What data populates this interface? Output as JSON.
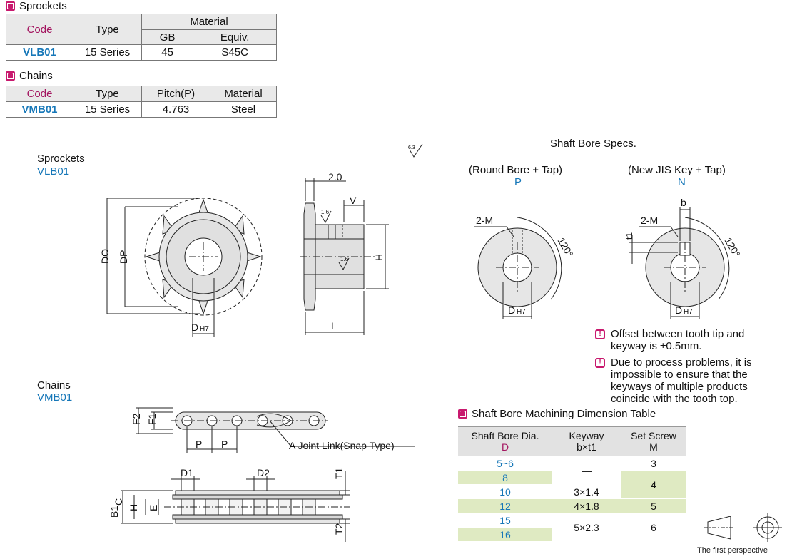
{
  "sprockets_section": {
    "title": "Sprockets",
    "headers": {
      "code": "Code",
      "type": "Type",
      "material": "Material",
      "gb": "GB",
      "equiv": "Equiv."
    },
    "row": {
      "code": "VLB01",
      "type": "15 Series",
      "gb": "45",
      "equiv": "S45C"
    }
  },
  "chains_section": {
    "title": "Chains",
    "headers": {
      "code": "Code",
      "type": "Type",
      "pitch": "Pitch(P)",
      "material": "Material"
    },
    "row": {
      "code": "VMB01",
      "type": "15 Series",
      "pitch": "4.763",
      "material": "Steel"
    }
  },
  "sprocket_drawing": {
    "title": "Sprockets",
    "code": "VLB01",
    "labels": {
      "do": "DO",
      "dp": "DP",
      "d": "D",
      "h7": "H7",
      "dim_20": "2.0",
      "v": "V",
      "h": "H",
      "l": "L",
      "roughness": "1.6",
      "surface": "6.3"
    }
  },
  "shaft_bore": {
    "title": "Shaft Bore Specs.",
    "round": {
      "title": "(Round Bore + Tap)",
      "code": "P"
    },
    "key": {
      "title": "(New JIS Key + Tap)",
      "code": "N"
    },
    "labels": {
      "two_m": "2-M",
      "angle": "120°",
      "b": "b",
      "t1": "t1",
      "d": "D",
      "h7": "H7"
    }
  },
  "notes": [
    {
      "line1": "Offset between tooth tip and",
      "line2": "keyway is ±0.5mm."
    },
    {
      "line1": "Due to process problems, it is",
      "line2": "impossible to ensure that the",
      "line3": "keyways of multiple products",
      "line4": "coincide with the tooth top."
    }
  ],
  "chain_drawing": {
    "title": "Chains",
    "code": "VMB01",
    "labels": {
      "f1": "F1",
      "f2": "F2",
      "p": "P",
      "joint_link": "A Joint Link(Snap Type)",
      "d1": "D1",
      "d2": "D2",
      "t1": "T1",
      "t2": "T2",
      "b1": "B1",
      "c": "C",
      "h": "H",
      "e": "E"
    }
  },
  "bore_table": {
    "title": "Shaft Bore Machining Dimension Table",
    "headers": {
      "dia": "Shaft Bore Dia.",
      "dia_sub": "D",
      "keyway": "Keyway",
      "keyway_sub": "b×t1",
      "screw": "Set Screw",
      "screw_sub": "M"
    },
    "rows": [
      {
        "d": "5~6",
        "key": "—",
        "m": "3"
      },
      {
        "d": "8",
        "key": "",
        "m": "4"
      },
      {
        "d": "10",
        "key": "3×1.4",
        "m": ""
      },
      {
        "d": "12",
        "key": "4×1.8",
        "m": "5"
      },
      {
        "d": "15",
        "key": "5×2.3",
        "m": "6"
      },
      {
        "d": "16",
        "key": "",
        "m": ""
      }
    ]
  },
  "projection": {
    "label": "The first perspective"
  }
}
